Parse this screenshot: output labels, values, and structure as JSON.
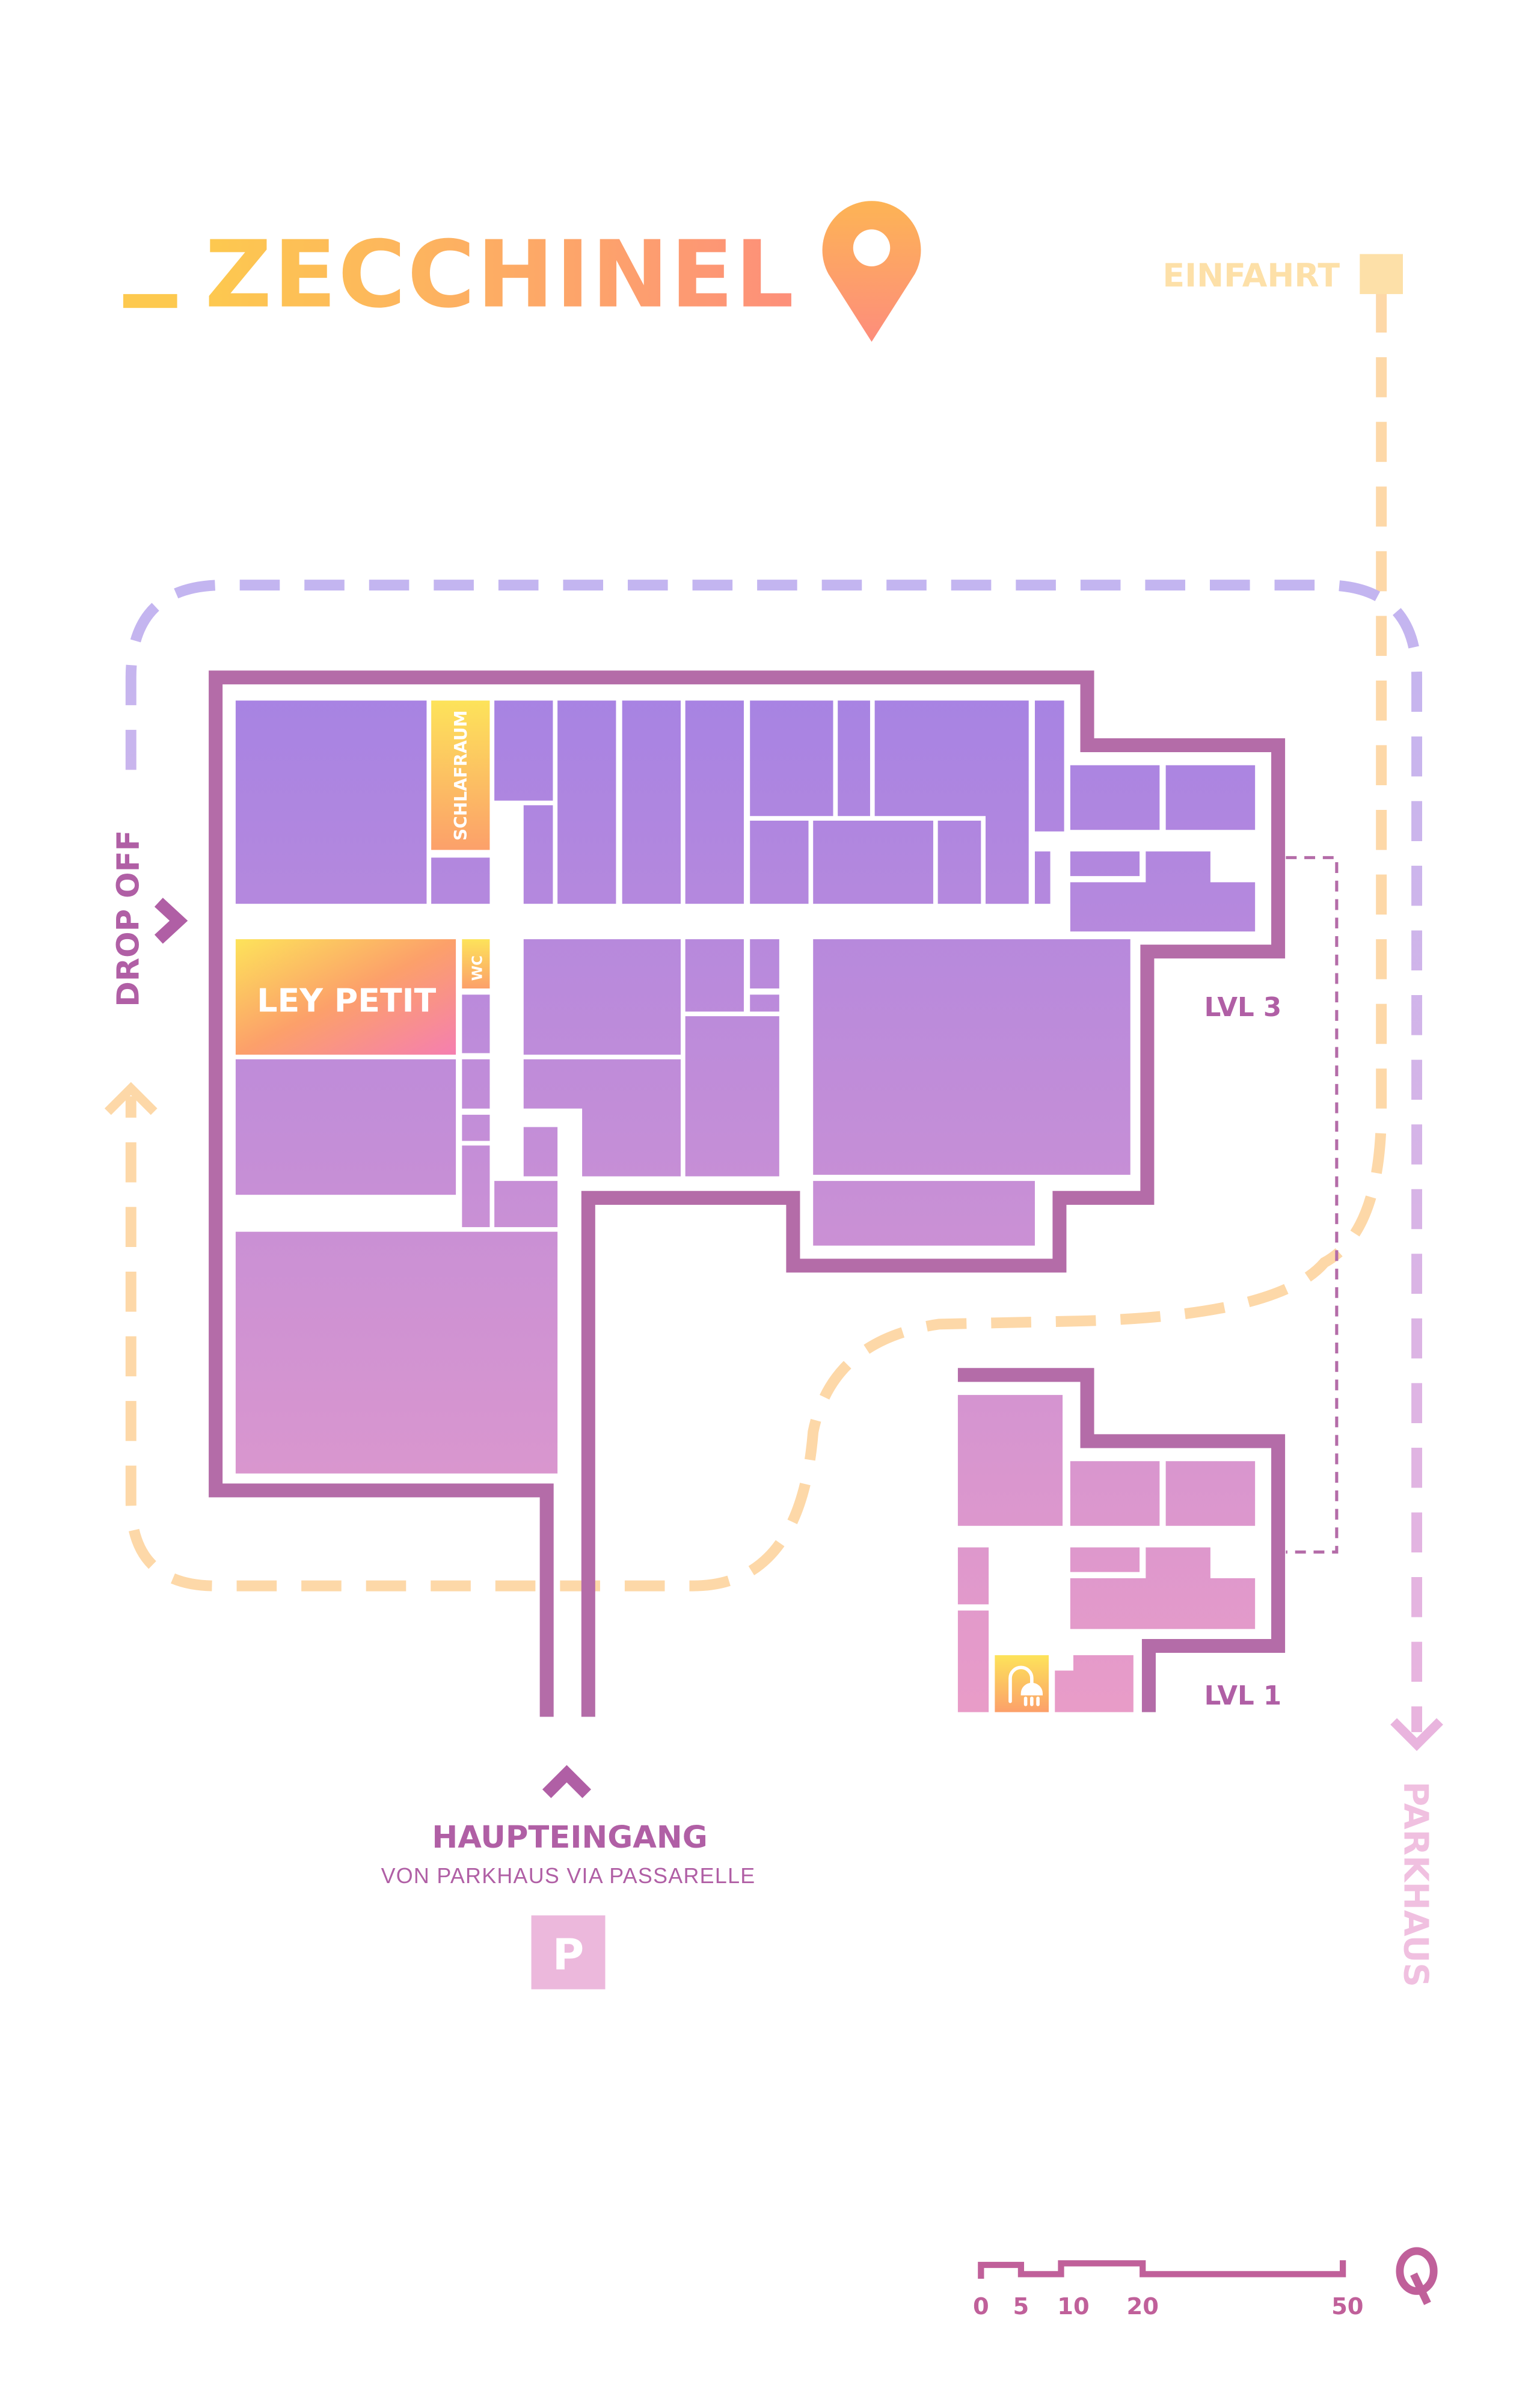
{
  "header": {
    "title": "ZECCHINEL",
    "icon": "map-pin-icon"
  },
  "labels": {
    "entry_road": "EINFAHRT",
    "drop_off": "DROP OFF",
    "level_3": "LVL 3",
    "level_1": "LVL 1",
    "main_entrance": "HAUPTEINGANG",
    "main_entrance_sub": "VON PARKHAUS VIA PASSARELLE",
    "parking_sign": "P",
    "parking_garage": "PARKHAUS"
  },
  "rooms": {
    "ley_petit": "LEY PETIT",
    "schlafraum": "SCHLAFRAUM",
    "wc": "WC",
    "shower_icon": "shower-icon"
  },
  "scale": {
    "ticks": [
      "0",
      "5",
      "10",
      "20",
      "50"
    ],
    "logo": "Q"
  },
  "colors": {
    "wall": "#b46ca8",
    "room_top": "#a783e3",
    "room_bottom": "#e49cc8",
    "accent_yellow": "#fde35a",
    "accent_orange": "#fca06a",
    "accent_pink": "#f57fb0",
    "path_orange": "#fdd8a8",
    "path_purple": "#c3b5f0",
    "text_purple": "#b05fa5"
  }
}
